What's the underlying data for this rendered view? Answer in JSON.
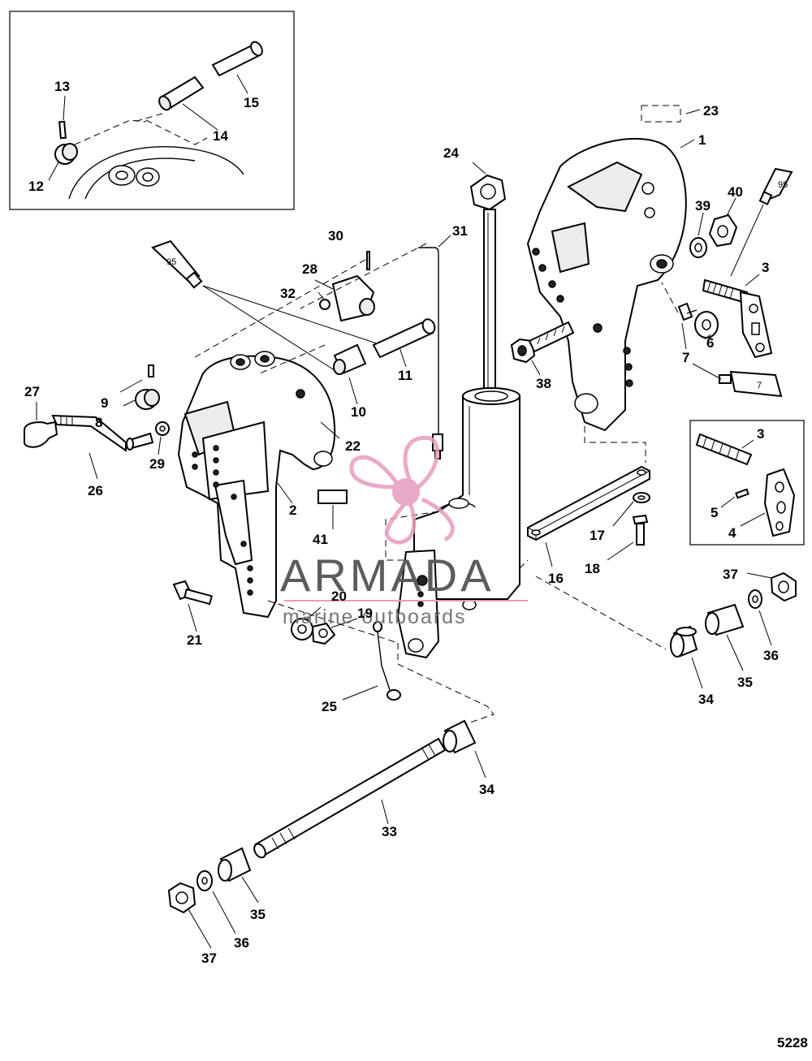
{
  "figure_number": "5228",
  "watermark": {
    "brand": "ARMADA",
    "tagline": "marine outboards"
  },
  "tube_label": "95",
  "tube_label_7": "7",
  "callouts": {
    "c1": "1",
    "c2": "2",
    "c3a": "3",
    "c3b": "3",
    "c4": "4",
    "c5": "5",
    "c6": "6",
    "c7a": "7",
    "c8": "8",
    "c9": "9",
    "c10": "10",
    "c11": "11",
    "c12": "12",
    "c13": "13",
    "c14": "14",
    "c15": "15",
    "c16": "16",
    "c17": "17",
    "c18": "18",
    "c19": "19",
    "c20": "20",
    "c21": "21",
    "c22": "22",
    "c23": "23",
    "c24": "24",
    "c25": "25",
    "c26": "26",
    "c27": "27",
    "c28": "28",
    "c29": "29",
    "c30": "30",
    "c31": "31",
    "c32": "32",
    "c33": "33",
    "c34a": "34",
    "c34b": "34",
    "c35a": "35",
    "c35b": "35",
    "c36a": "36",
    "c36b": "36",
    "c37a": "37",
    "c37b": "37",
    "c38": "38",
    "c39": "39",
    "c40": "40",
    "c41": "41"
  },
  "colors": {
    "line": "#000000",
    "watermark_pink": "#e89bbf",
    "watermark_text": "#5c5c5c"
  }
}
